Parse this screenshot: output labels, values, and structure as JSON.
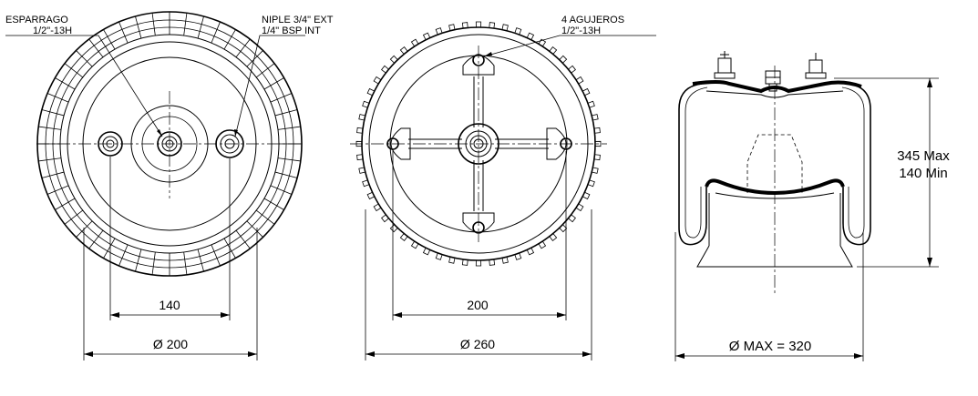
{
  "view1": {
    "note_left_line1": "ESPARRAGO",
    "note_left_line2": "1/2\"-13H",
    "note_right_line1": "NIPLE 3/4\" EXT",
    "note_right_line2": "1/4\" BSP INT",
    "dim_inner": "140",
    "dim_outer": "Ø 200"
  },
  "view2": {
    "note_line1": "4 AGUJEROS",
    "note_line2": "1/2\"-13H",
    "dim_inner": "200",
    "dim_outer": "Ø 260"
  },
  "view3": {
    "height_max": "345 Max",
    "height_min": "140 Min",
    "dim_width": "Ø MAX = 320"
  }
}
